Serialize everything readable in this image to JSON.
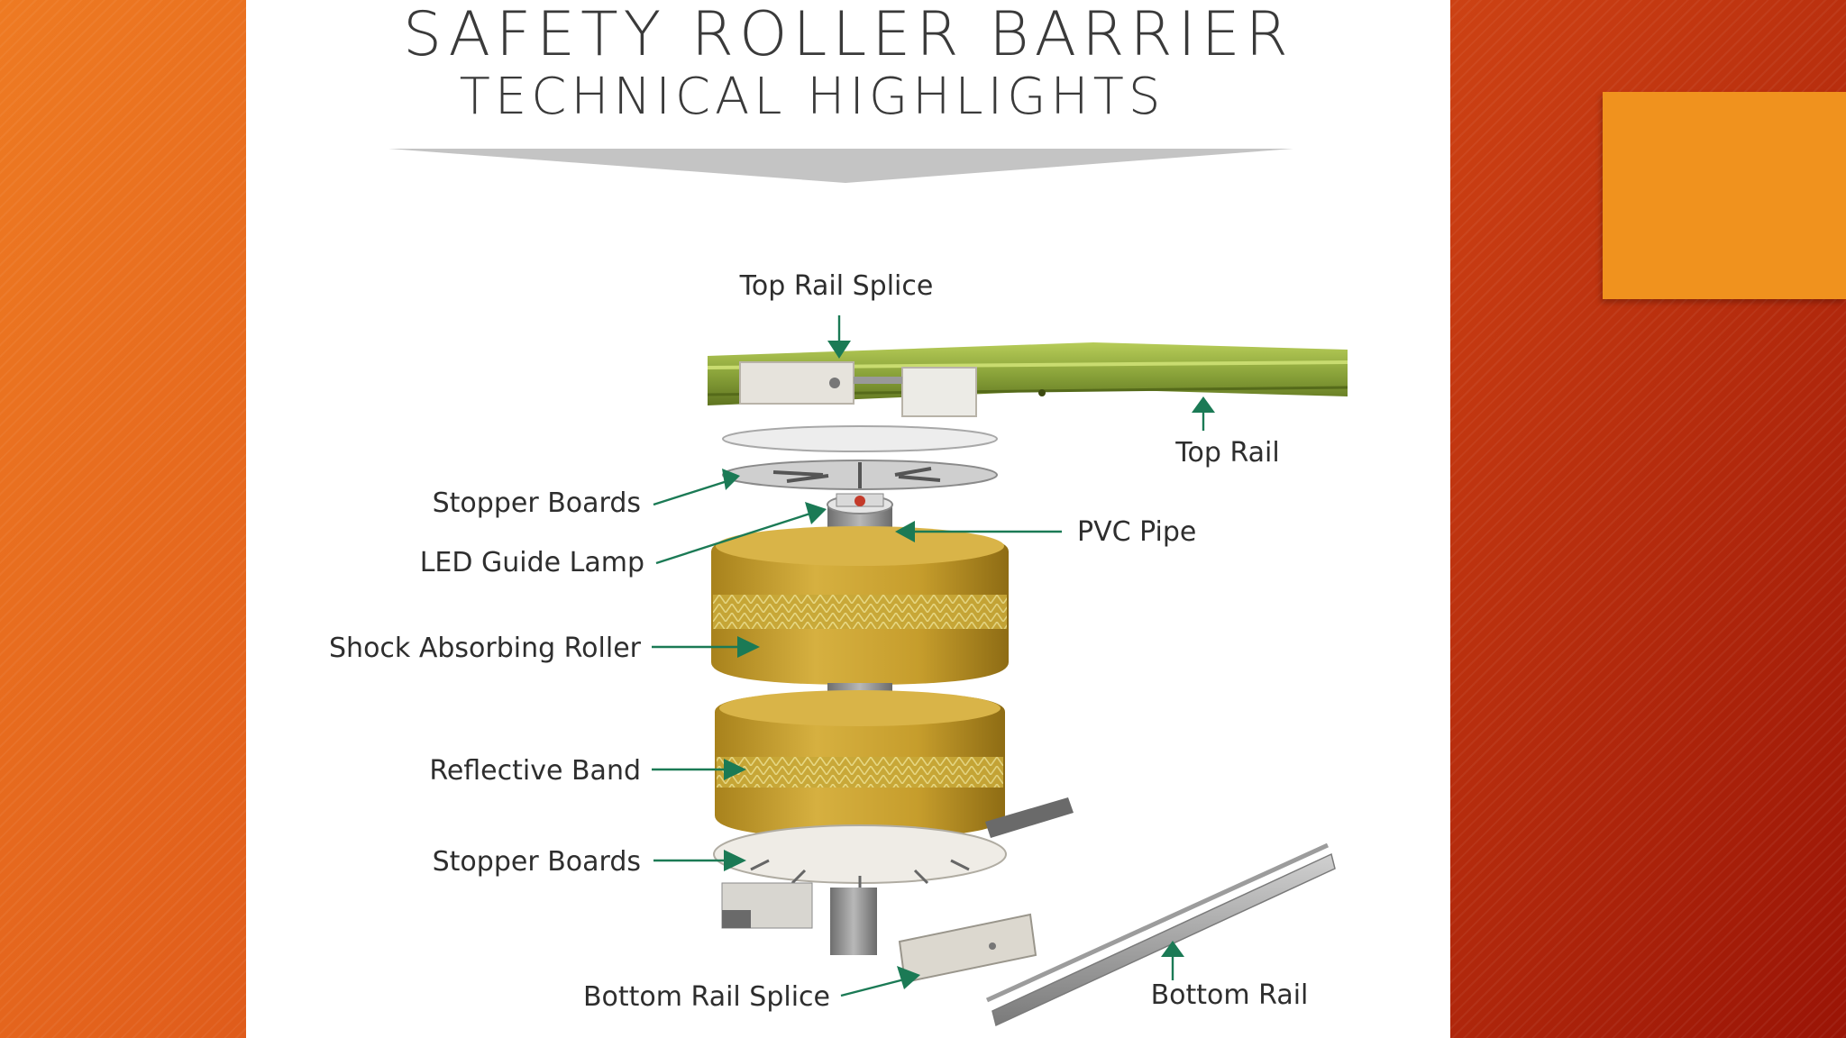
{
  "slide": {
    "accent_color": "#f0921e",
    "background_colors": [
      "#ee7a22",
      "#9a1406"
    ]
  },
  "diagram": {
    "title_line1": "SAFETY ROLLER BARRIER",
    "title_line2": "TECHNICAL HIGHLIGHTS",
    "colors": {
      "rail": "#8aa33a",
      "roller": "#c9a22e",
      "arrow": "#1b7a55",
      "steel": "#8a8a8a"
    },
    "labels": {
      "top_rail_splice": "Top Rail Splice",
      "top_rail": "Top Rail",
      "stopper_boards_top": "Stopper Boards",
      "pvc_pipe": "PVC Pipe",
      "led_guide_lamp": "LED Guide Lamp",
      "shock_absorbing_roller": "Shock Absorbing Roller",
      "reflective_band": "Reflective Band",
      "stopper_boards_bottom": "Stopper Boards",
      "bottom_rail_splice": "Bottom Rail Splice",
      "bottom_rail": "Bottom Rail"
    }
  }
}
